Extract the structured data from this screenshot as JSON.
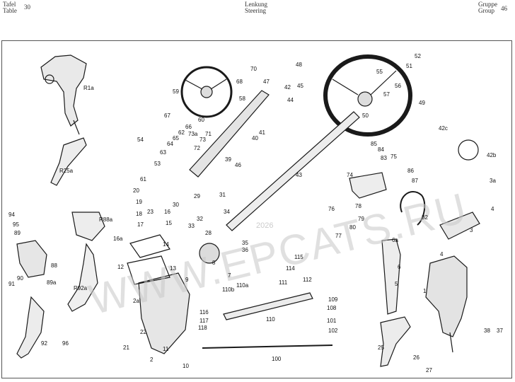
{
  "header": {
    "left": {
      "line1": "Tafel",
      "line2": "Table",
      "page": "30"
    },
    "center": {
      "line1": "Lenkung",
      "line2": "Steering"
    },
    "right": {
      "line1": "Gruppe",
      "line2": "Group",
      "group": "46"
    }
  },
  "watermark": {
    "main": "WWW.EPCATS.RU",
    "small": "2026"
  },
  "part_labels": [
    {
      "id": "R1a",
      "text": "R1a"
    },
    {
      "id": "R25a",
      "text": "R25a"
    },
    {
      "id": "R88a",
      "text": "R88a"
    },
    {
      "id": "R92a",
      "text": "R92a"
    },
    {
      "id": "1",
      "text": "1"
    },
    {
      "id": "2",
      "text": "2"
    },
    {
      "id": "2a",
      "text": "2a"
    },
    {
      "id": "3",
      "text": "3"
    },
    {
      "id": "3a",
      "text": "3a"
    },
    {
      "id": "4a",
      "text": "4"
    },
    {
      "id": "4b",
      "text": "4"
    },
    {
      "id": "5",
      "text": "5"
    },
    {
      "id": "6",
      "text": "6"
    },
    {
      "id": "6a",
      "text": "6a"
    },
    {
      "id": "7",
      "text": "7"
    },
    {
      "id": "8",
      "text": "8"
    },
    {
      "id": "9",
      "text": "9"
    },
    {
      "id": "10",
      "text": "10"
    },
    {
      "id": "11",
      "text": "11"
    },
    {
      "id": "12",
      "text": "12"
    },
    {
      "id": "13",
      "text": "13"
    },
    {
      "id": "14",
      "text": "14"
    },
    {
      "id": "15",
      "text": "15"
    },
    {
      "id": "16",
      "text": "16"
    },
    {
      "id": "16a",
      "text": "16a"
    },
    {
      "id": "17",
      "text": "17"
    },
    {
      "id": "18",
      "text": "18"
    },
    {
      "id": "19",
      "text": "19"
    },
    {
      "id": "20",
      "text": "20"
    },
    {
      "id": "21",
      "text": "21"
    },
    {
      "id": "22",
      "text": "22"
    },
    {
      "id": "23",
      "text": "23"
    },
    {
      "id": "25",
      "text": "25"
    },
    {
      "id": "26",
      "text": "26"
    },
    {
      "id": "27",
      "text": "27"
    },
    {
      "id": "28",
      "text": "28"
    },
    {
      "id": "29",
      "text": "29"
    },
    {
      "id": "30",
      "text": "30"
    },
    {
      "id": "31",
      "text": "31"
    },
    {
      "id": "32",
      "text": "32"
    },
    {
      "id": "33",
      "text": "33"
    },
    {
      "id": "34",
      "text": "34"
    },
    {
      "id": "35",
      "text": "35"
    },
    {
      "id": "36",
      "text": "36"
    },
    {
      "id": "37",
      "text": "37"
    },
    {
      "id": "38",
      "text": "38"
    },
    {
      "id": "39",
      "text": "39"
    },
    {
      "id": "40",
      "text": "40"
    },
    {
      "id": "41",
      "text": "41"
    },
    {
      "id": "42a",
      "text": "42"
    },
    {
      "id": "42b",
      "text": "42b"
    },
    {
      "id": "42c",
      "text": "42c"
    },
    {
      "id": "43",
      "text": "43"
    },
    {
      "id": "44",
      "text": "44"
    },
    {
      "id": "45",
      "text": "45"
    },
    {
      "id": "46",
      "text": "46"
    },
    {
      "id": "47",
      "text": "47"
    },
    {
      "id": "48",
      "text": "48"
    },
    {
      "id": "49",
      "text": "49"
    },
    {
      "id": "50",
      "text": "50"
    },
    {
      "id": "51",
      "text": "51"
    },
    {
      "id": "52",
      "text": "52"
    },
    {
      "id": "53",
      "text": "53"
    },
    {
      "id": "54",
      "text": "54"
    },
    {
      "id": "55",
      "text": "55"
    },
    {
      "id": "56",
      "text": "56"
    },
    {
      "id": "57",
      "text": "57"
    },
    {
      "id": "58",
      "text": "58"
    },
    {
      "id": "59",
      "text": "59"
    },
    {
      "id": "60",
      "text": "60"
    },
    {
      "id": "61",
      "text": "61"
    },
    {
      "id": "62",
      "text": "62"
    },
    {
      "id": "63",
      "text": "63"
    },
    {
      "id": "64",
      "text": "64"
    },
    {
      "id": "65",
      "text": "65"
    },
    {
      "id": "66",
      "text": "66"
    },
    {
      "id": "67",
      "text": "67"
    },
    {
      "id": "68",
      "text": "68"
    },
    {
      "id": "70",
      "text": "70"
    },
    {
      "id": "71",
      "text": "71"
    },
    {
      "id": "72",
      "text": "72"
    },
    {
      "id": "73",
      "text": "73"
    },
    {
      "id": "73a",
      "text": "73a"
    },
    {
      "id": "74",
      "text": "74"
    },
    {
      "id": "75",
      "text": "75"
    },
    {
      "id": "76",
      "text": "76"
    },
    {
      "id": "77",
      "text": "77"
    },
    {
      "id": "78",
      "text": "78"
    },
    {
      "id": "79",
      "text": "79"
    },
    {
      "id": "80",
      "text": "80"
    },
    {
      "id": "82",
      "text": "82"
    },
    {
      "id": "83",
      "text": "83"
    },
    {
      "id": "84",
      "text": "84"
    },
    {
      "id": "85",
      "text": "85"
    },
    {
      "id": "86",
      "text": "86"
    },
    {
      "id": "87",
      "text": "87"
    },
    {
      "id": "88",
      "text": "88"
    },
    {
      "id": "89",
      "text": "89"
    },
    {
      "id": "89a",
      "text": "89a"
    },
    {
      "id": "90",
      "text": "90"
    },
    {
      "id": "91",
      "text": "91"
    },
    {
      "id": "92",
      "text": "92"
    },
    {
      "id": "94",
      "text": "94"
    },
    {
      "id": "95",
      "text": "95"
    },
    {
      "id": "96",
      "text": "96"
    },
    {
      "id": "100",
      "text": "100"
    },
    {
      "id": "101",
      "text": "101"
    },
    {
      "id": "102",
      "text": "102"
    },
    {
      "id": "108",
      "text": "108"
    },
    {
      "id": "109",
      "text": "109"
    },
    {
      "id": "110",
      "text": "110"
    },
    {
      "id": "110a",
      "text": "110a"
    },
    {
      "id": "110b",
      "text": "110b"
    },
    {
      "id": "111",
      "text": "111"
    },
    {
      "id": "112",
      "text": "112"
    },
    {
      "id": "114",
      "text": "114"
    },
    {
      "id": "115",
      "text": "115"
    },
    {
      "id": "116",
      "text": "116"
    },
    {
      "id": "117",
      "text": "117"
    },
    {
      "id": "118",
      "text": "118"
    }
  ]
}
